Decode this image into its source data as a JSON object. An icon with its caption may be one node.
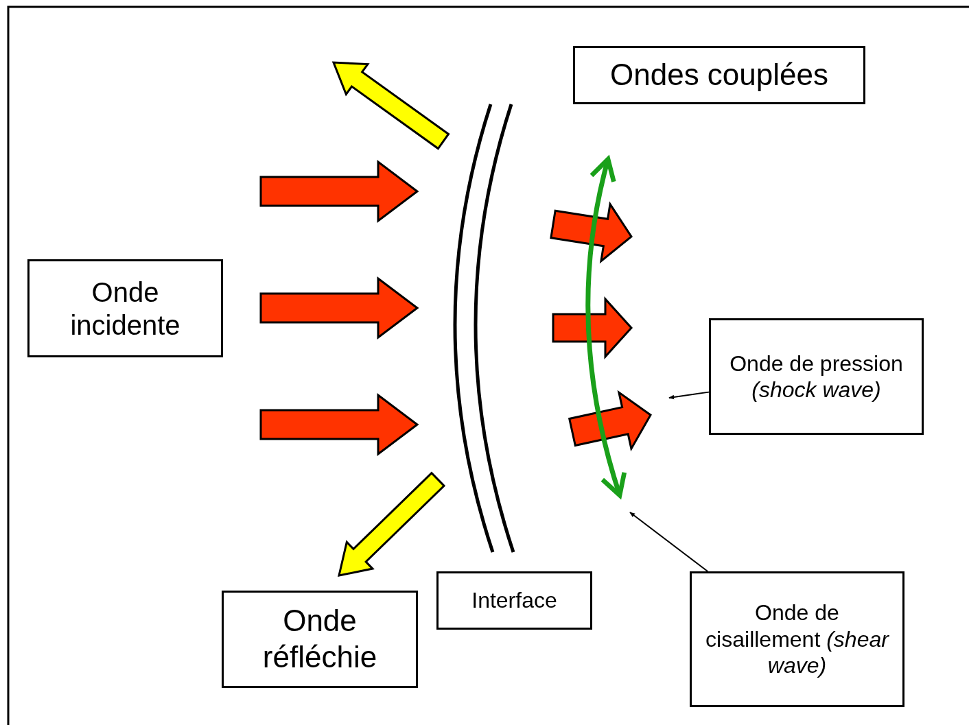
{
  "diagram": {
    "nodes": [
      {
        "text": [
          "Onde incidente"
        ]
      },
      {
        "text": [
          "Onde réfléchie"
        ]
      },
      {
        "text": [
          "Interface"
        ]
      },
      {
        "text": [
          "Ondes couplées"
        ]
      },
      {
        "text": [
          "Onde de pression *(shock wave)*"
        ]
      },
      {
        "text": [
          "Onde de cisaillement *(shear wave)*"
        ]
      }
    ],
    "edges": [
      {
        "from": 4,
        "to": null,
        "arrow": "to"
      },
      {
        "from": 5,
        "to": null,
        "arrow": "to"
      }
    ]
  }
}
